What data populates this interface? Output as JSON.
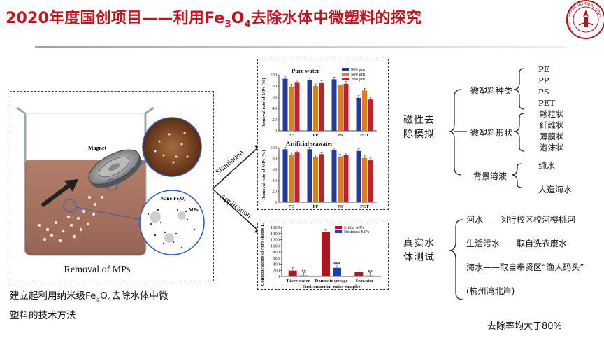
{
  "header": {
    "title_pre": "2020年度国创项目——利用Fe",
    "sub1": "3",
    "title_mid": "O",
    "sub2": "4",
    "title_post": "去除水体中微塑料的探究",
    "logo_text": "EAST CHINA NORMAL UNIV.",
    "title_color": "#c0141e"
  },
  "left": {
    "magnet_label": "Magnet",
    "nano_label": "Nano-Fe₃O₄",
    "mps_label": "MPs",
    "removal_label": "Removal of MPs",
    "method_line1_pre": "建立起利用纳米级Fe",
    "method_sub1": "3",
    "method_mid": "O",
    "method_sub2": "4",
    "method_line1_post": "去除水体中微",
    "method_line2": "塑料的技术方法"
  },
  "arrows": {
    "simulation": "Simulation",
    "application": "Application"
  },
  "chart_data": [
    {
      "type": "bar",
      "title": "Pure water",
      "ylabel": "Removal rate of MPs (%)",
      "categories": [
        "PE",
        "PP",
        "PS",
        "PET"
      ],
      "ylim": [
        0,
        100
      ],
      "series": [
        {
          "name": "900 μm",
          "color": "#1f3c9c",
          "values": [
            93,
            91,
            92,
            59
          ]
        },
        {
          "name": "500 μm",
          "color": "#e07b1e",
          "values": [
            79,
            80,
            82,
            72
          ]
        },
        {
          "name": "200 μm",
          "color": "#c0212b",
          "values": [
            87,
            86,
            84,
            56
          ]
        }
      ]
    },
    {
      "type": "bar",
      "title": "Artificial seawater",
      "ylabel": "Removal rate of MPs (%)",
      "categories": [
        "PE",
        "PP",
        "PS",
        "PET"
      ],
      "ylim": [
        0,
        100
      ],
      "series": [
        {
          "name": "900 μm",
          "color": "#1f3c9c",
          "values": [
            97,
            97,
            95,
            94
          ]
        },
        {
          "name": "500 μm",
          "color": "#e07b1e",
          "values": [
            87,
            83,
            84,
            81
          ]
        },
        {
          "name": "200 μm",
          "color": "#c0212b",
          "values": [
            92,
            88,
            86,
            77
          ]
        }
      ]
    },
    {
      "type": "bar",
      "title": "",
      "ylabel": "Concentrations of MPs (items·L⁻¹)",
      "xlabel": "Environmental water samples",
      "categories": [
        "River water",
        "Domestic sewage",
        "Seawater"
      ],
      "yticks": [
        "0",
        "200",
        "400",
        "600",
        "800",
        "1000",
        "1200",
        "1400",
        "1600"
      ],
      "ylim": [
        0,
        1600
      ],
      "sig_labels": [
        "**",
        "***",
        "**"
      ],
      "series": [
        {
          "name": "Initial MPs",
          "color": "#b0141c",
          "values": [
            190,
            1450,
            140
          ]
        },
        {
          "name": "Residual MPs",
          "color": "#1c3fb8",
          "values": [
            30,
            280,
            28
          ]
        }
      ]
    }
  ],
  "tree": {
    "magnetic_removal": "磁性去除模拟",
    "mp_types_label": "微塑料种类",
    "mp_types": [
      "PE",
      "PP",
      "PS",
      "PET"
    ],
    "mp_shapes_label": "微塑料形状",
    "mp_shapes": [
      "颗粒状",
      "纤维状",
      "薄膜状",
      "泡沫状"
    ],
    "background_label": "背景溶液",
    "backgrounds": [
      "纯水",
      "人造海水"
    ],
    "real_water": "真实水体测试",
    "samples": [
      "河水——闵行校区校河樱桃河",
      "生活污水——取自洗衣废水",
      "海水——取自奉贤区“渔人码头”",
      "(杭州湾北岸)"
    ],
    "conclusion": "去除率均大于80%"
  }
}
